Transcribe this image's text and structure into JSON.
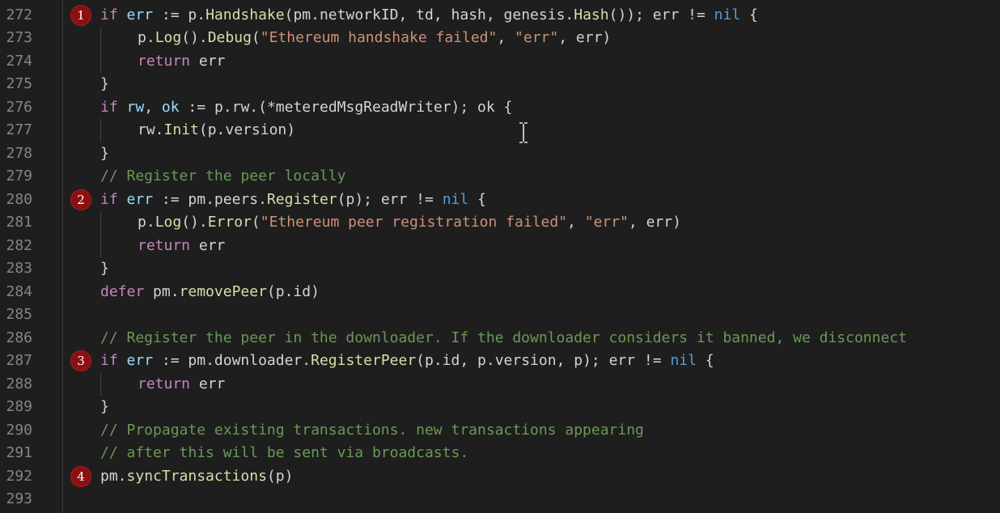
{
  "editor": {
    "lines": [
      {
        "number": "272",
        "indent": 0,
        "marker": "1",
        "tokens": [
          {
            "t": "if",
            "c": "ctrl"
          },
          {
            "t": " ",
            "c": "plain"
          },
          {
            "t": "err",
            "c": "var"
          },
          {
            "t": " := p.",
            "c": "plain"
          },
          {
            "t": "Handshake",
            "c": "fn"
          },
          {
            "t": "(pm.networkID, td, hash, genesis.",
            "c": "plain"
          },
          {
            "t": "Hash",
            "c": "fn"
          },
          {
            "t": "()); err != ",
            "c": "plain"
          },
          {
            "t": "nil",
            "c": "kw"
          },
          {
            "t": " {",
            "c": "plain"
          }
        ]
      },
      {
        "number": "273",
        "indent": 1,
        "tokens": [
          {
            "t": "p.",
            "c": "plain"
          },
          {
            "t": "Log",
            "c": "fn"
          },
          {
            "t": "().",
            "c": "plain"
          },
          {
            "t": "Debug",
            "c": "fn"
          },
          {
            "t": "(",
            "c": "plain"
          },
          {
            "t": "\"Ethereum handshake failed\"",
            "c": "str"
          },
          {
            "t": ", ",
            "c": "plain"
          },
          {
            "t": "\"err\"",
            "c": "str"
          },
          {
            "t": ", err)",
            "c": "plain"
          }
        ]
      },
      {
        "number": "274",
        "indent": 1,
        "tokens": [
          {
            "t": "return",
            "c": "ctrl"
          },
          {
            "t": " err",
            "c": "plain"
          }
        ]
      },
      {
        "number": "275",
        "indent": 0,
        "tokens": [
          {
            "t": "}",
            "c": "plain"
          }
        ]
      },
      {
        "number": "276",
        "indent": 0,
        "tokens": [
          {
            "t": "if",
            "c": "ctrl"
          },
          {
            "t": " ",
            "c": "plain"
          },
          {
            "t": "rw",
            "c": "var"
          },
          {
            "t": ", ",
            "c": "plain"
          },
          {
            "t": "ok",
            "c": "var"
          },
          {
            "t": " := p.rw.(*meteredMsgReadWriter); ok {",
            "c": "plain"
          }
        ]
      },
      {
        "number": "277",
        "indent": 1,
        "tokens": [
          {
            "t": "rw.",
            "c": "plain"
          },
          {
            "t": "Init",
            "c": "fn"
          },
          {
            "t": "(p.version)",
            "c": "plain"
          }
        ]
      },
      {
        "number": "278",
        "indent": 0,
        "tokens": [
          {
            "t": "}",
            "c": "plain"
          }
        ]
      },
      {
        "number": "279",
        "indent": 0,
        "tokens": [
          {
            "t": "// Register the peer locally",
            "c": "cmt"
          }
        ]
      },
      {
        "number": "280",
        "indent": 0,
        "marker": "2",
        "tokens": [
          {
            "t": "if",
            "c": "ctrl"
          },
          {
            "t": " ",
            "c": "plain"
          },
          {
            "t": "err",
            "c": "var"
          },
          {
            "t": " := pm.peers.",
            "c": "plain"
          },
          {
            "t": "Register",
            "c": "fn"
          },
          {
            "t": "(p); err != ",
            "c": "plain"
          },
          {
            "t": "nil",
            "c": "kw"
          },
          {
            "t": " {",
            "c": "plain"
          }
        ]
      },
      {
        "number": "281",
        "indent": 1,
        "tokens": [
          {
            "t": "p.",
            "c": "plain"
          },
          {
            "t": "Log",
            "c": "fn"
          },
          {
            "t": "().",
            "c": "plain"
          },
          {
            "t": "Error",
            "c": "fn"
          },
          {
            "t": "(",
            "c": "plain"
          },
          {
            "t": "\"Ethereum peer registration failed\"",
            "c": "str"
          },
          {
            "t": ", ",
            "c": "plain"
          },
          {
            "t": "\"err\"",
            "c": "str"
          },
          {
            "t": ", err)",
            "c": "plain"
          }
        ]
      },
      {
        "number": "282",
        "indent": 1,
        "tokens": [
          {
            "t": "return",
            "c": "ctrl"
          },
          {
            "t": " err",
            "c": "plain"
          }
        ]
      },
      {
        "number": "283",
        "indent": 0,
        "tokens": [
          {
            "t": "}",
            "c": "plain"
          }
        ]
      },
      {
        "number": "284",
        "indent": 0,
        "tokens": [
          {
            "t": "defer",
            "c": "ctrl"
          },
          {
            "t": " pm.",
            "c": "plain"
          },
          {
            "t": "removePeer",
            "c": "fn"
          },
          {
            "t": "(p.id)",
            "c": "plain"
          }
        ]
      },
      {
        "number": "285",
        "indent": 0,
        "tokens": []
      },
      {
        "number": "286",
        "indent": 0,
        "tokens": [
          {
            "t": "// Register the peer in the downloader. If the downloader considers it banned, we disconnect",
            "c": "cmt"
          }
        ]
      },
      {
        "number": "287",
        "indent": 0,
        "marker": "3",
        "tokens": [
          {
            "t": "if",
            "c": "ctrl"
          },
          {
            "t": " ",
            "c": "plain"
          },
          {
            "t": "err",
            "c": "var"
          },
          {
            "t": " := pm.downloader.",
            "c": "plain"
          },
          {
            "t": "RegisterPeer",
            "c": "fn"
          },
          {
            "t": "(p.id, p.version, p); err != ",
            "c": "plain"
          },
          {
            "t": "nil",
            "c": "kw"
          },
          {
            "t": " {",
            "c": "plain"
          }
        ]
      },
      {
        "number": "288",
        "indent": 1,
        "tokens": [
          {
            "t": "return",
            "c": "ctrl"
          },
          {
            "t": " err",
            "c": "plain"
          }
        ]
      },
      {
        "number": "289",
        "indent": 0,
        "tokens": [
          {
            "t": "}",
            "c": "plain"
          }
        ]
      },
      {
        "number": "290",
        "indent": 0,
        "tokens": [
          {
            "t": "// Propagate existing transactions. new transactions appearing",
            "c": "cmt"
          }
        ]
      },
      {
        "number": "291",
        "indent": 0,
        "tokens": [
          {
            "t": "// after this will be sent via broadcasts.",
            "c": "cmt"
          }
        ]
      },
      {
        "number": "292",
        "indent": 0,
        "marker": "4",
        "tokens": [
          {
            "t": "pm.",
            "c": "plain"
          },
          {
            "t": "syncTransactions",
            "c": "fn"
          },
          {
            "t": "(p)",
            "c": "plain"
          }
        ]
      },
      {
        "number": "293",
        "indent": 0,
        "tokens": []
      }
    ]
  },
  "colors": {
    "background": "#1e1e1e",
    "line_number": "#858585",
    "keyword": "#569cd6",
    "control": "#c586c0",
    "function": "#dcdcaa",
    "variable": "#9cdcfe",
    "string": "#ce9178",
    "comment": "#6a9955",
    "marker": "#8b1010"
  },
  "cursor": {
    "icon": "text-cursor-icon"
  }
}
